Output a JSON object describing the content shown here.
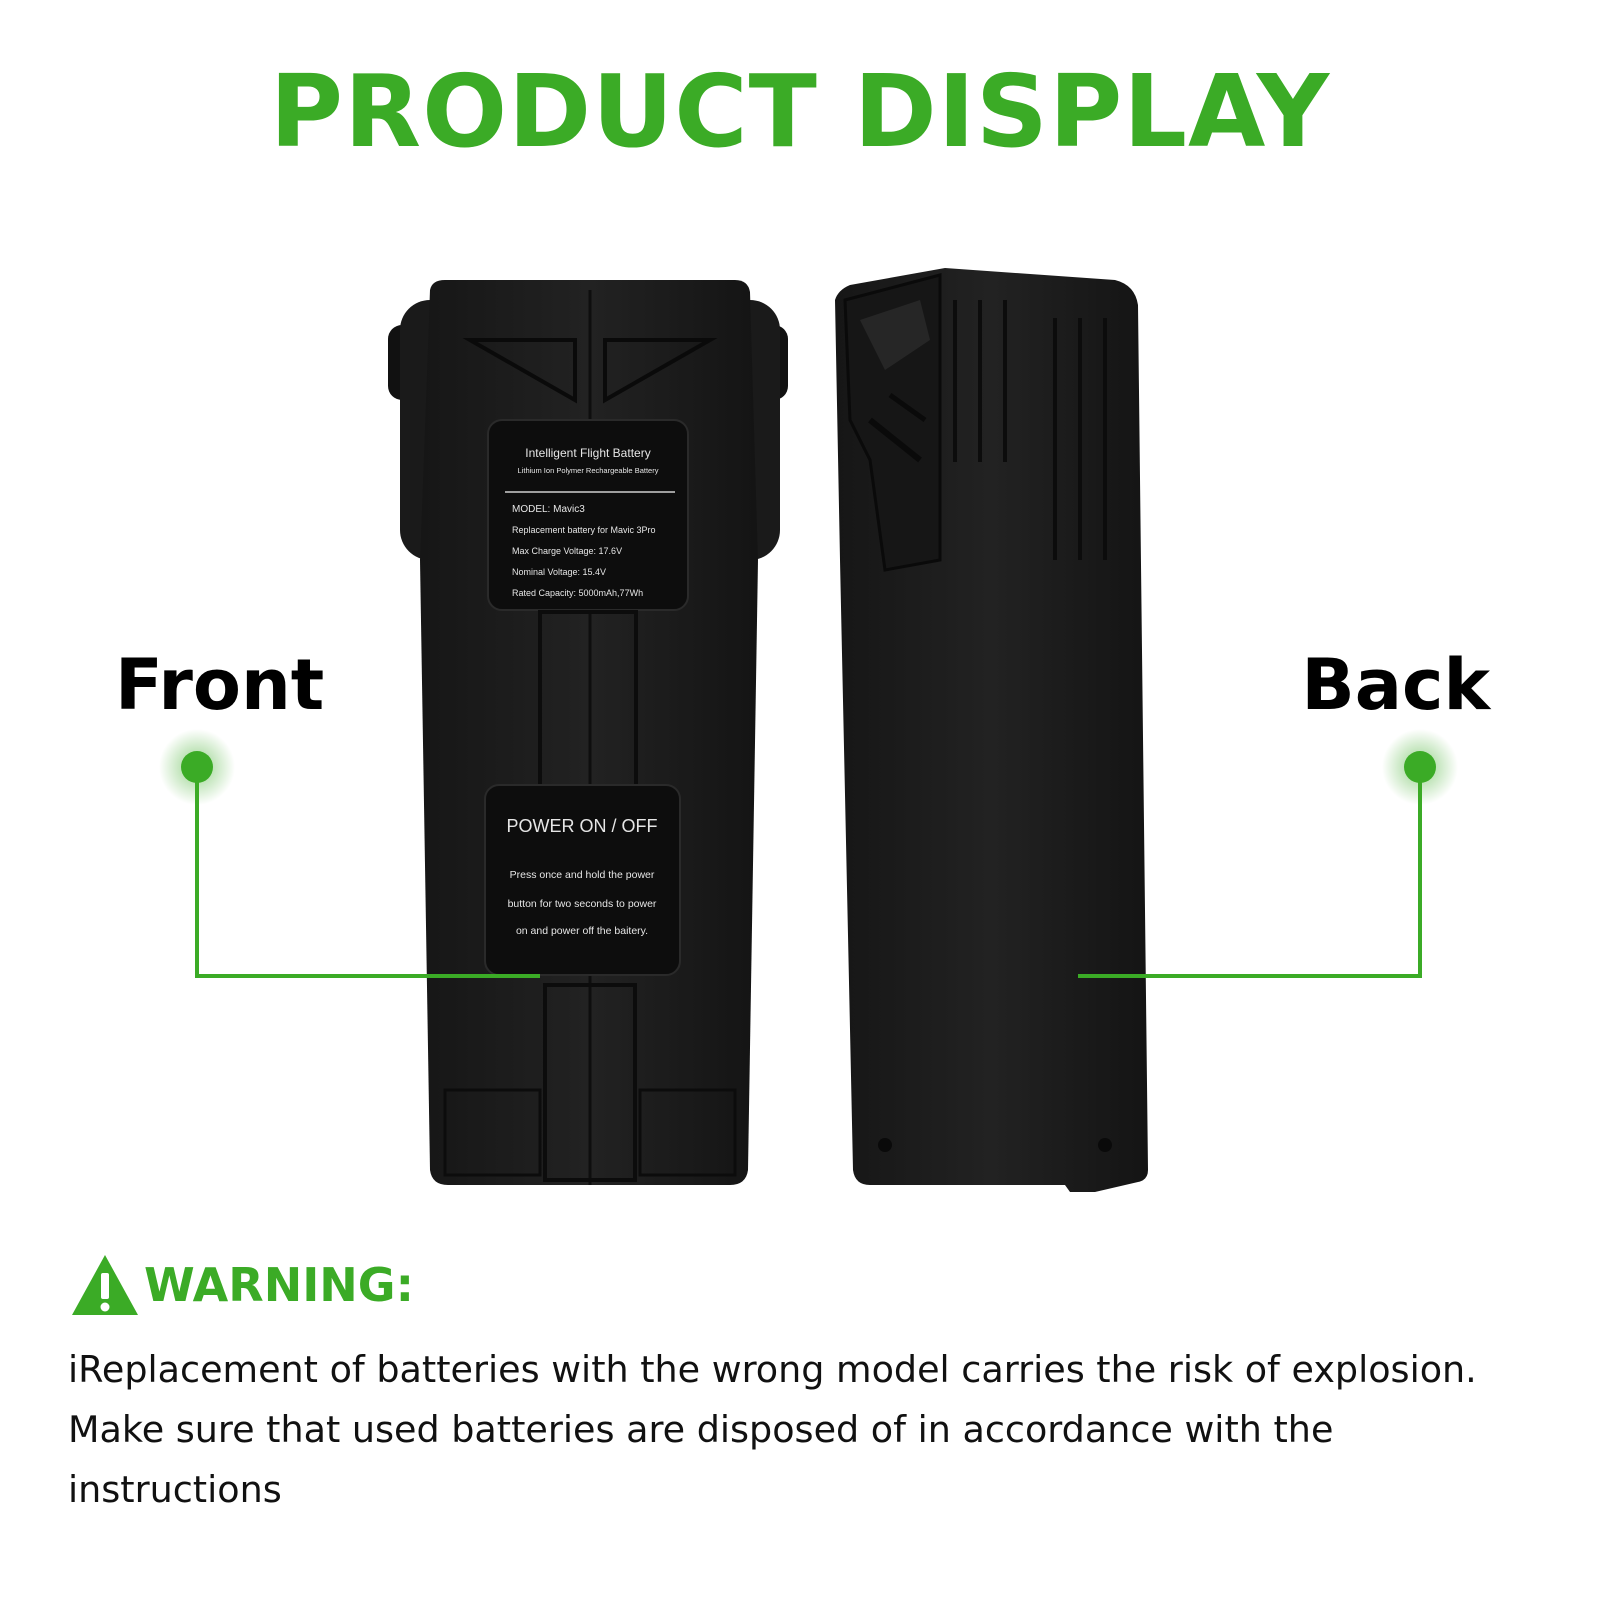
{
  "title": "PRODUCT DISPLAY",
  "labels": {
    "front": "Front",
    "back": "Back"
  },
  "battery_label": {
    "heading": "Intelligent Flight Battery",
    "subheading": "Lithium Ion Polymer Rechargeable Battery",
    "model": "MODEL: Mavic3",
    "replacement": "Replacement battery for Mavic 3Pro",
    "max_charge": "Max Charge Voltage: 17.6V",
    "nominal": "Nominal Voltage: 15.4V",
    "capacity": "Rated Capacity: 5000mAh,77Wh"
  },
  "power_label": {
    "heading": "POWER ON / OFF",
    "line1": "Press once and hold the power",
    "line2": "button for two seconds to power",
    "line3": "on and power off the baitery."
  },
  "warning": {
    "title": "WARNING:",
    "lines": [
      "iReplacement of batteries with the wrong model carries the risk of explosion.",
      "Make sure that used batteries are disposed of in accordance with the",
      "instructions"
    ]
  },
  "colors": {
    "accent": "#3bab26",
    "battery": "#1c1c1c",
    "text": "#111111"
  }
}
